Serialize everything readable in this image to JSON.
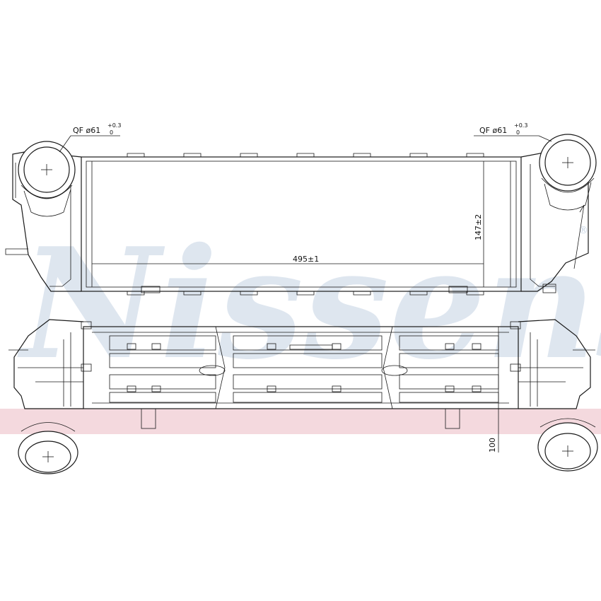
{
  "watermark": {
    "brand": "Nissens",
    "registered": "®"
  },
  "colors": {
    "watermark": "#c9d6e6",
    "band": "#f4d9de",
    "line": "#1a1a1a"
  },
  "dimensions": {
    "inlet_left": {
      "prefix": "QF ø61",
      "sup": "+0.3",
      "sub": "0"
    },
    "inlet_right": {
      "prefix": "QF ø61",
      "sup": "+0.3",
      "sub": "0"
    },
    "core_length": "495±1",
    "core_height": "147±2",
    "depth": "100"
  }
}
